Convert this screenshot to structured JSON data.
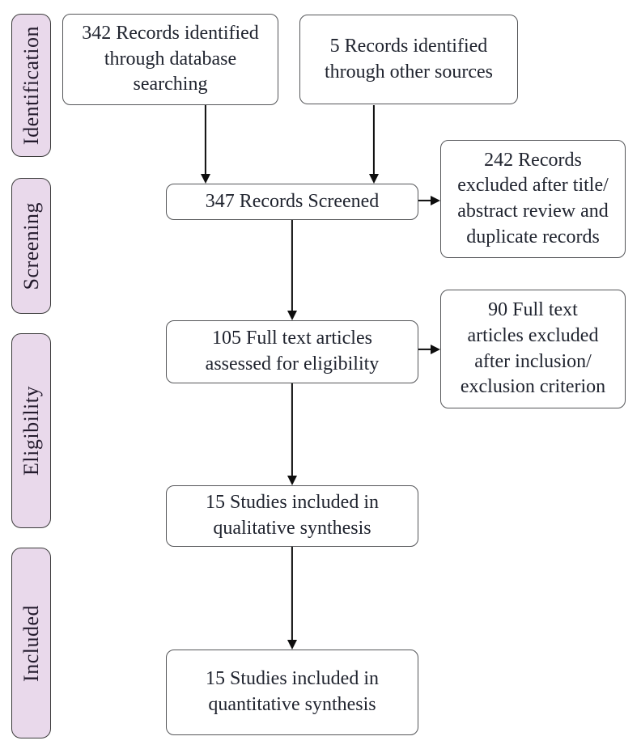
{
  "palette": {
    "stage_fill": "#e9d9eb",
    "stage_border": "#3c3c3c",
    "node_border": "#555659",
    "node_fill": "#ffffff",
    "ink": "#20242f",
    "stage_ink": "#241b2d",
    "arrow": "#0e0e0e",
    "page_bg": "#ffffff"
  },
  "stages": [
    {
      "label": "Identification"
    },
    {
      "label": "Screening"
    },
    {
      "label": "Eligibility"
    },
    {
      "label": "Included"
    }
  ],
  "nodes": {
    "identified_db": {
      "count": 342,
      "label": "342 Records identified\nthrough database\nsearching"
    },
    "identified_other": {
      "count": 5,
      "label": "5 Records identified\nthrough other sources"
    },
    "screened": {
      "count": 347,
      "label": "347 Records Screened"
    },
    "excluded_records": {
      "count": 242,
      "label": "242 Records\nexcluded after title/\nabstract review and\nduplicate records"
    },
    "fulltext": {
      "count": 105,
      "label": "105 Full text articles\nassessed for eligibility"
    },
    "fulltext_excluded": {
      "count": 90,
      "label": "90 Full text\narticles excluded\nafter inclusion/\nexclusion criterion"
    },
    "qualitative": {
      "count": 15,
      "label": "15 Studies included in\nqualitative synthesis"
    },
    "quantitative": {
      "count": 15,
      "label": "15 Studies included in\nquantitative synthesis"
    }
  }
}
